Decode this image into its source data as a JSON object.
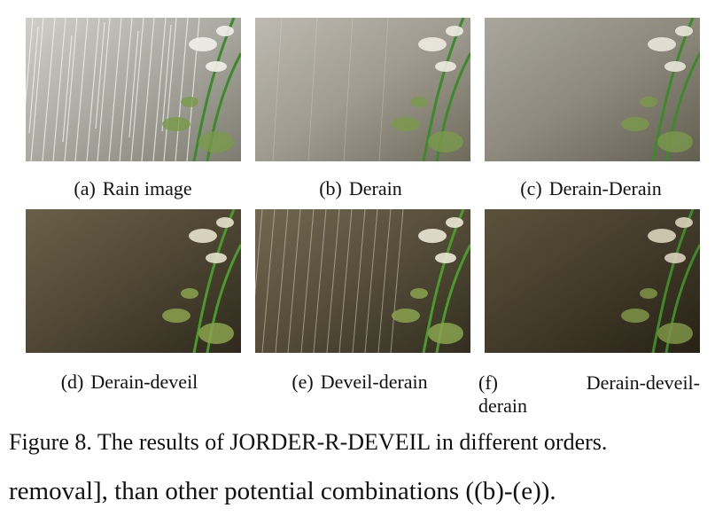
{
  "panels": [
    {
      "tag": "(a)",
      "label": "Rain image",
      "scene": "rain-heavy"
    },
    {
      "tag": "(b)",
      "label": "Derain",
      "scene": "light-hazy"
    },
    {
      "tag": "(c)",
      "label": "Derain-Derain",
      "scene": "light-clean"
    },
    {
      "tag": "(d)",
      "label": "Derain-deveil",
      "scene": "dark-clean"
    },
    {
      "tag": "(e)",
      "label": "Deveil-derain",
      "scene": "dark-rain"
    },
    {
      "tag": "(f)",
      "label_line1": "Derain-deveil-",
      "label_line2": "derain",
      "scene": "darker-clean"
    }
  ],
  "figure_caption": "Figure 8. The results of JORDER-R-DEVEIL in different orders.",
  "body_text": "removal], than other potential combinations ((b)-(e))."
}
